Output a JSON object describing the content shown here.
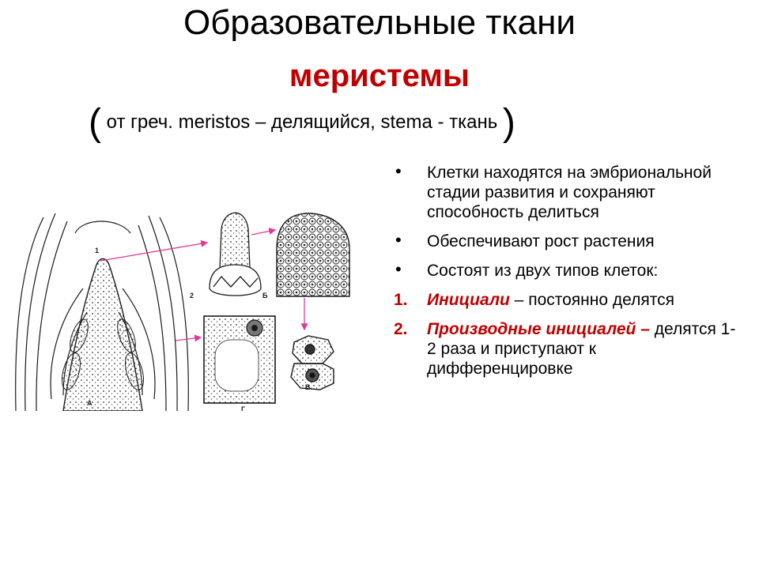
{
  "slide": {
    "title_line1": "Образовательные ткани",
    "title_line2": "меристемы",
    "subtitle_open": "(",
    "subtitle": "от греч. meristos – делящийся,  stema - ткань",
    "subtitle_close": ")"
  },
  "bullets": [
    "Клетки находятся на эмбриональной стадии развития и сохраняют способность делиться",
    "Обеспечивают рост растения",
    "Состоят из двух типов клеток:"
  ],
  "numbered": [
    {
      "num": "1.",
      "term": "Инициали",
      "rest": " – постоянно делятся"
    },
    {
      "num": "2.",
      "term": "Производные инициалей –",
      "rest": " делятся 1-2 раза и приступают к дифференцировке"
    }
  ],
  "figure": {
    "labels": {
      "a": "А",
      "b": "Б",
      "v": "В",
      "g": "Г",
      "n1": "1",
      "n2": "2"
    },
    "arrow_color": "#e0389a",
    "ink_color": "#1a1a1a"
  }
}
